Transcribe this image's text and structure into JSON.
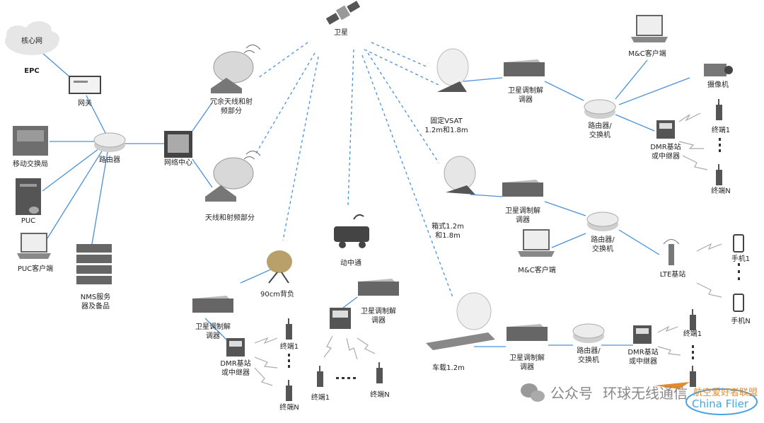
{
  "diagram": {
    "labels": {
      "core_net": "核心网",
      "epc": "EPC",
      "gateway": "网关",
      "router": "路由器",
      "msc": "移动交换局",
      "puc": "PUC",
      "puc_client": "PUC客户端",
      "nms": "NMS服务\n器及备品",
      "network_center": "网络中心",
      "redundant_antenna": "冗余天线和射\n频部分",
      "antenna_rf": "天线和射频部分",
      "satellite": "卫星",
      "fixed_vsat": "固定VSAT\n1.2m和1.8m",
      "modem1": "卫星调制解\n调器",
      "router_switch1": "路由器/\n交换机",
      "mc_client1": "M&C客户端",
      "camera": "摄像机",
      "dmr1": "DMR基站\n或中继器",
      "term1_a": "终端1",
      "termN_a": "终端N",
      "box_terminal": "箱式1.2m\n和1.8m",
      "modem2": "卫星调制解\n调器",
      "router_switch2": "路由器/\n交换机",
      "mc_client2": "M&C客户端",
      "lte": "LTE基站",
      "phone1": "手机1",
      "phoneN": "手机N",
      "comm_on_move": "动中通",
      "modem3": "卫星调制解\n调器",
      "term1_b": "终端1",
      "termN_b": "终端N",
      "manpack": "90cm背负",
      "modem4": "卫星调制解\n调器",
      "dmr2": "DMR基站\n或中继器",
      "term1_c": "终端1",
      "termN_c": "终端N",
      "vehicle": "车载1.2m",
      "modem5": "卫星调制解\n调器",
      "router_switch3": "路由器/\n交换机",
      "dmr3": "DMR基站\n或中继器",
      "term1_d": "终端1"
    },
    "watermark": {
      "wechat": "公众号",
      "name": "环球无线通信",
      "site_top": "航空爱好者联盟",
      "site": "China Flier"
    }
  },
  "colors": {
    "link": "#4a90d9",
    "device_dark": "#555555",
    "device_light": "#dddddd",
    "cloud": "#e6e6e6"
  }
}
